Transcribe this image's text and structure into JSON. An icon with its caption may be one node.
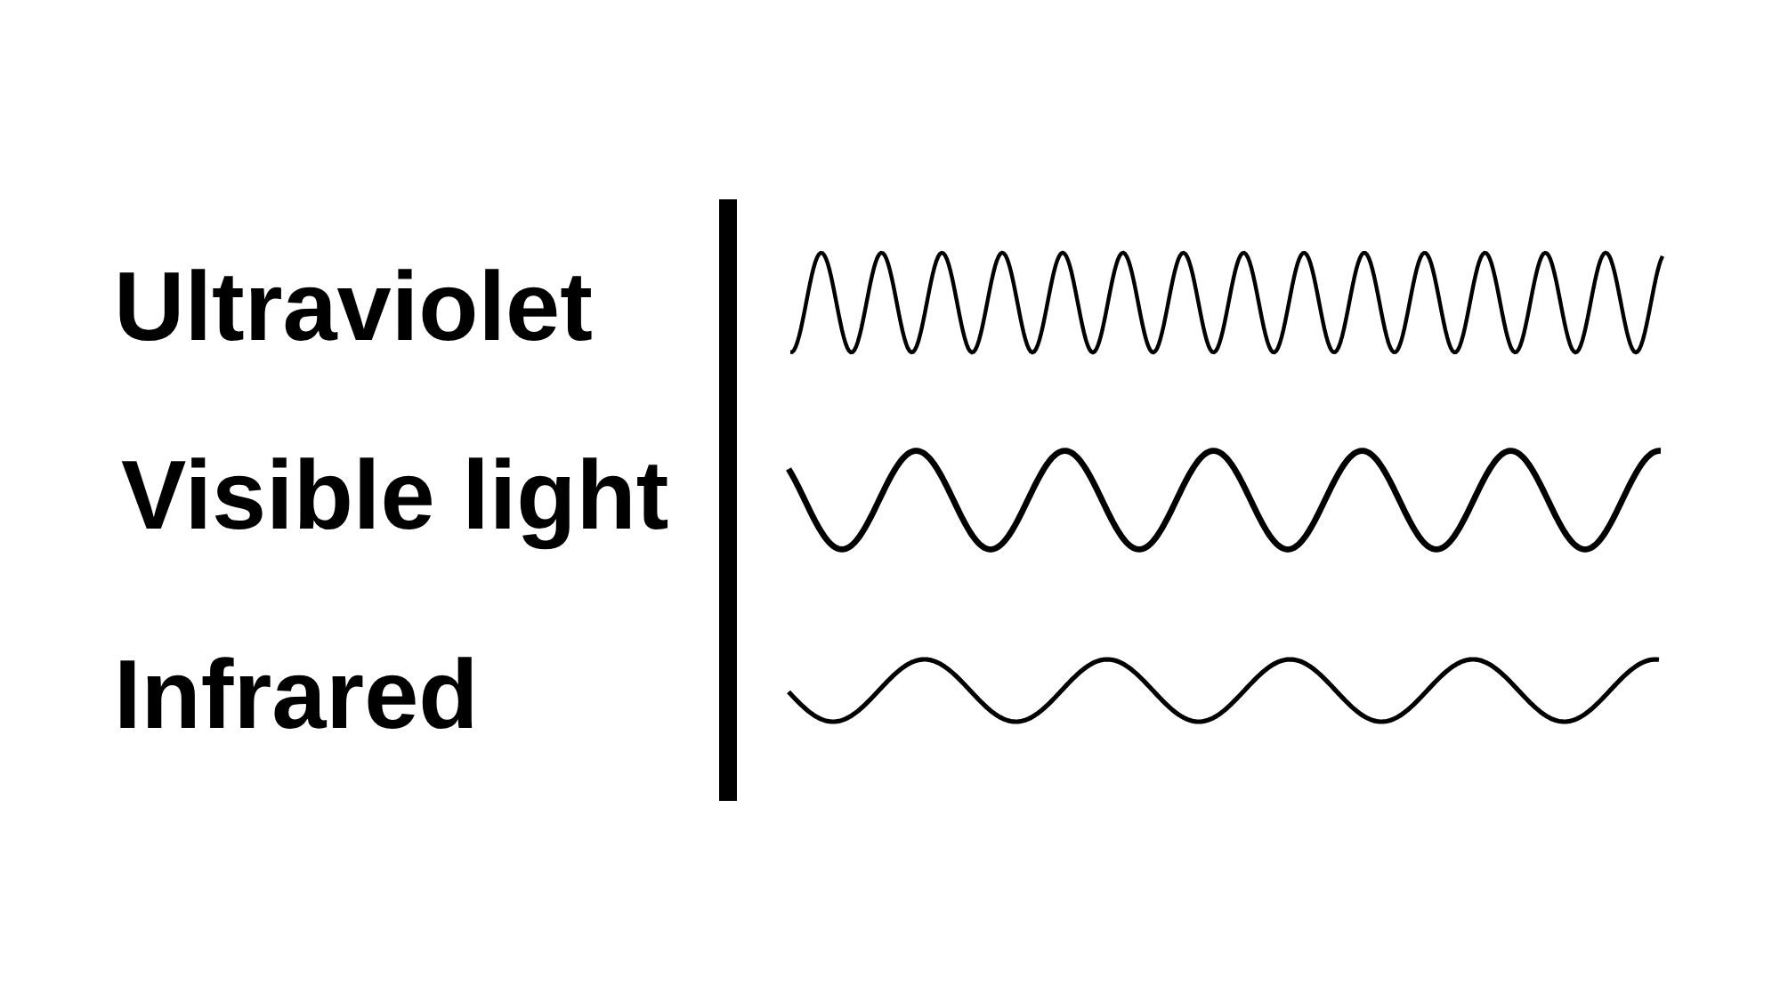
{
  "diagram": {
    "labels": [
      "Ultraviolet",
      "Visible light",
      "Infrared"
    ]
  }
}
